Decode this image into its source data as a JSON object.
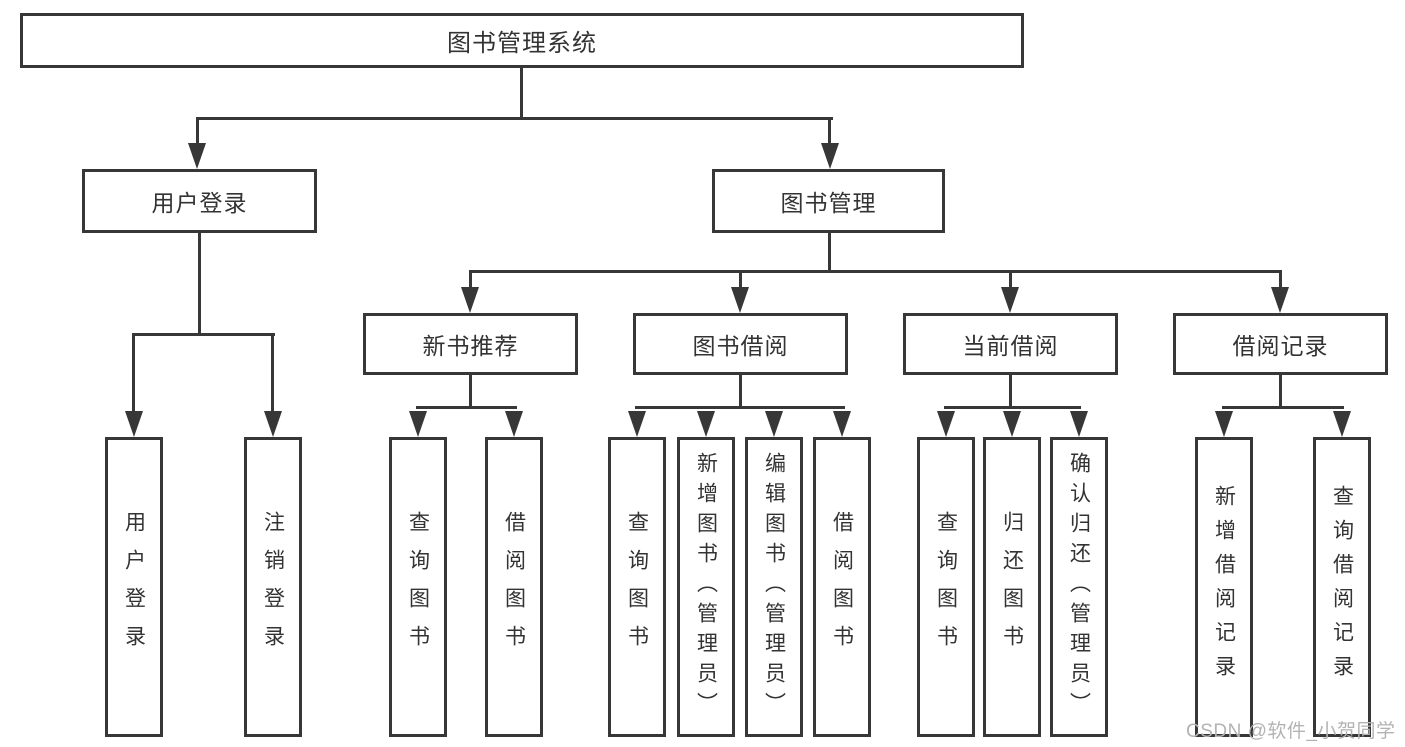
{
  "diagram": {
    "root": {
      "label": "图书管理系统"
    },
    "level2": [
      {
        "label": "用户登录"
      },
      {
        "label": "图书管理"
      }
    ],
    "level3": [
      {
        "label": "新书推荐"
      },
      {
        "label": "图书借阅"
      },
      {
        "label": "当前借阅"
      },
      {
        "label": "借阅记录"
      }
    ],
    "leaves": {
      "login": [
        "用户登录",
        "注销登录"
      ],
      "newbook": [
        "查询图书",
        "借阅图书"
      ],
      "borrow": [
        "查询图书",
        "新增图书（管理员）",
        "编辑图书（管理员）",
        "借阅图书"
      ],
      "current": [
        "查询图书",
        "归还图书",
        "确认归还（管理员）"
      ],
      "records": [
        "新增借阅记录",
        "查询借阅记录"
      ]
    },
    "watermark": "CSDN @软件_小贺同学",
    "colors": {
      "line": "#373737",
      "text": "#333333",
      "watermark": "#b3b3b3",
      "background": "#ffffff"
    }
  }
}
